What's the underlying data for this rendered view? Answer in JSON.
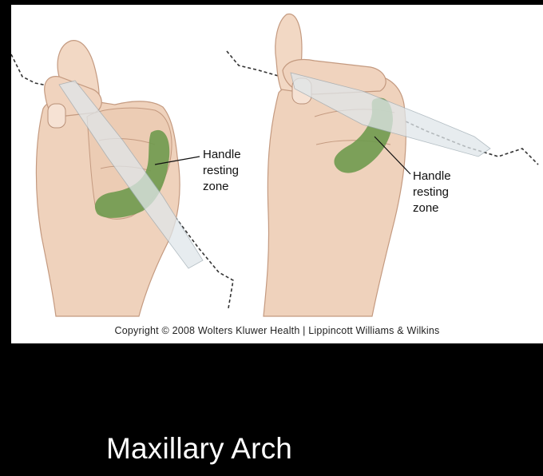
{
  "figure": {
    "left_label": {
      "line1": "Handle",
      "line2": "resting",
      "line3": "zone"
    },
    "right_label": {
      "line1": "Handle",
      "line2": "resting",
      "line3": "zone"
    },
    "copyright": "Copyright © 2008 Wolters Kluwer Health | Lippincott Williams & Wilkins"
  },
  "caption": "Maxillary Arch",
  "colors": {
    "skin": "#efd2bc",
    "skin_outline": "#c49a80",
    "resting_zone": "#6f9a4e",
    "instrument": "#dfe6ea",
    "background": "#000000",
    "panel": "#ffffff"
  }
}
